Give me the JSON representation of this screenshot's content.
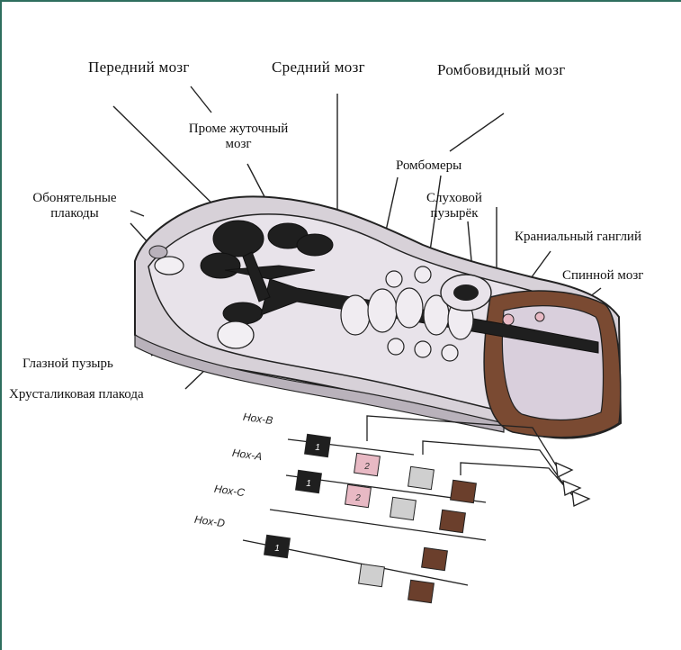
{
  "labels": {
    "forebrain": "Передний мозг",
    "midbrain": "Средний мозг",
    "hindbrain": "Ромбовидный мозг",
    "diencephalon_line1": "Проме жуточный",
    "diencephalon_line2": "мозг",
    "rhombomeres": "Ромбомеры",
    "olfactory_line1": "Обонятельные",
    "olfactory_line2": "плакоды",
    "otic_line1": "Слуховой",
    "otic_line2": "пузырёк",
    "cranial_ganglion": "Краниальный ганглий",
    "spinal_cord": "Спинной мозг",
    "optic_vesicle": "Глазной пузырь",
    "lens_placode": "Хрусталиковая плакода"
  },
  "hox_genes": [
    {
      "name": "Hox-B",
      "boxes": [
        "1",
        "2",
        "",
        ""
      ]
    },
    {
      "name": "Hox-A",
      "boxes": [
        "1",
        "2",
        "",
        ""
      ]
    },
    {
      "name": "Hox-C",
      "boxes": [
        "",
        "",
        "",
        ""
      ]
    },
    {
      "name": "Hox-D",
      "boxes": [
        "1",
        "",
        "",
        ""
      ]
    }
  ],
  "colors": {
    "frame": "#2e6e5e",
    "neural_dark": "#1f1f1f",
    "tissue_light": "#e4dde6",
    "tissue_mid": "#b9b2bb",
    "spinal_brown": "#7a4a32",
    "box_pink": "#e8b9c4",
    "box_gray": "#cfcfcf",
    "box_brown": "#6b3f2c"
  }
}
